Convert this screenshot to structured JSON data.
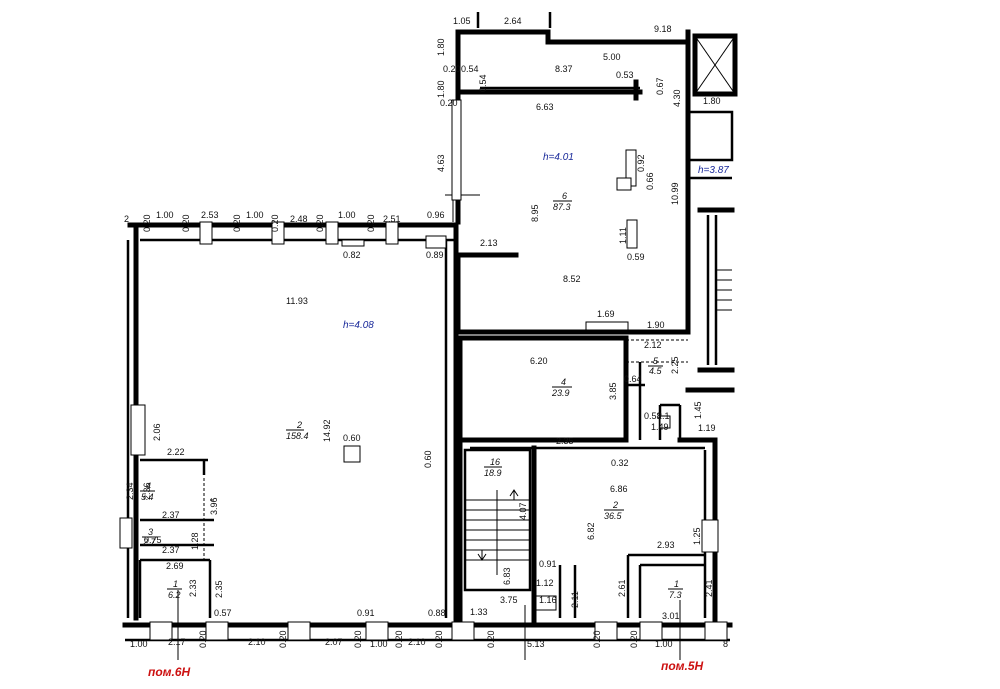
{
  "plan": {
    "premises": [
      {
        "id": "pom6",
        "label": "пом.6Н"
      },
      {
        "id": "pom5",
        "label": "пом.5Н"
      }
    ],
    "heights": [
      {
        "id": "h_room6",
        "label": "h=4.01"
      },
      {
        "id": "h_room2",
        "label": "h=4.08"
      },
      {
        "id": "h_right",
        "label": "h=3.87"
      }
    ],
    "rooms": [
      {
        "id": "r2a",
        "num": "2",
        "area": "158.4"
      },
      {
        "id": "r6",
        "num": "6",
        "area": "87.3"
      },
      {
        "id": "r4a",
        "num": "4",
        "area": "23.9"
      },
      {
        "id": "r5",
        "num": "5",
        "area": "4.5"
      },
      {
        "id": "r2b",
        "num": "2",
        "area": "36.5"
      },
      {
        "id": "r1a",
        "num": "1",
        "area": "6.2"
      },
      {
        "id": "r1b",
        "num": "1",
        "area": "7.3"
      },
      {
        "id": "r4b",
        "num": "4",
        "area": "5.4"
      },
      {
        "id": "r3",
        "num": "3",
        "area": "2.7"
      },
      {
        "id": "r16",
        "num": "16",
        "area": "18.9"
      }
    ],
    "dims": [
      "1.05",
      "2.64",
      "9.18",
      "1.80",
      "0.20",
      "0.54",
      "8.37",
      "5.00",
      "0.53",
      "0.67",
      "1.80",
      "0.54",
      "0.20",
      "6.63",
      "4.30",
      "1.80",
      "h=4.01",
      "4.63",
      "0.92",
      "0.66",
      "10.99",
      "8.95",
      "1.11",
      "0.59",
      "2.13",
      "8.52",
      "1.69",
      "1.90",
      "2",
      "0.20",
      "1.00",
      "0.20",
      "2.53",
      "0.20",
      "1.00",
      "0.20",
      "2.48",
      "0.20",
      "1.00",
      "0.20",
      "2.51",
      "0.96",
      "0.82",
      "0.89",
      "11.93",
      "14.92",
      "0.60",
      "0.60",
      "2.06",
      "2.22",
      "2.34",
      "2.36",
      "3.96",
      "2.37",
      "0.75",
      "1.28",
      "2.37",
      "2.69",
      "2.35",
      "2.33",
      "0.57",
      "0.91",
      "0.88",
      "6.20",
      "3.85",
      "2.12",
      "2.25",
      "0.64",
      "0.58",
      "2.1",
      "1.49",
      "1.45",
      "1.19",
      "2.35",
      "0.32",
      "6.86",
      "6.82",
      "4.07",
      "6.83",
      "0.91",
      "1.12",
      "1.16",
      "2.11",
      "2.61",
      "2.93",
      "1.25",
      "2.41",
      "1.33",
      "3.75",
      "3.01",
      "1.00",
      "2.17",
      "0.20",
      "2.10",
      "0.20",
      "2.07",
      "0.20",
      "1.00",
      "0.20",
      "2.10",
      "0.20",
      "0.20",
      "5.13",
      "0.20",
      "0.20",
      "1.00",
      "8"
    ]
  }
}
